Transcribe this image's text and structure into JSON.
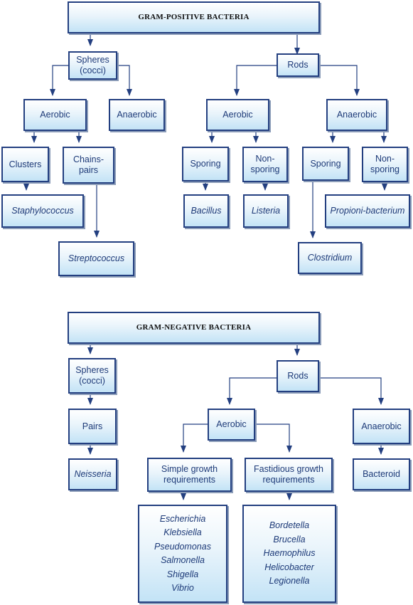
{
  "gram_positive": {
    "title": "GRAM-POSITIVE BACTERIA",
    "spheres": "Spheres\n(cocci)",
    "rods": "Rods",
    "spheres_aerobic": "Aerobic",
    "spheres_anaerobic": "Anaerobic",
    "rods_aerobic": "Aerobic",
    "rods_anaerobic": "Anaerobic",
    "clusters": "Clusters",
    "chains_pairs": "Chains-\npairs",
    "aerobic_sporing": "Sporing",
    "aerobic_non_sporing": "Non-\nsporing",
    "anaerobic_sporing": "Sporing",
    "anaerobic_non_sporing": "Non-\nsporing",
    "staphylococcus": "Staphylococcus",
    "streptococcus": "Streptococcus",
    "bacillus": "Bacillus",
    "listeria": "Listeria",
    "clostridium": "Clostridium",
    "propionibacterium": "Propioni-bacterium"
  },
  "gram_negative": {
    "title": "GRAM-NEGATIVE BACTERIA",
    "spheres": "Spheres\n(cocci)",
    "rods": "Rods",
    "pairs": "Pairs",
    "neisseria": "Neisseria",
    "aerobic": "Aerobic",
    "anaerobic": "Anaerobic",
    "simple_growth": "Simple growth\nrequirements",
    "fastidious_growth": "Fastidious growth\nrequirements",
    "bacteroid": "Bacteroid",
    "simple_genera": [
      "Escherichia",
      "Klebsiella",
      "Pseudomonas",
      "Salmonella",
      "Shigella",
      "Vibrio"
    ],
    "fastidious_genera": [
      "Bordetella",
      "Brucella",
      "Haemophilus",
      "Helicobacter",
      "Legionella"
    ]
  },
  "colors": {
    "border": "#233f80",
    "line": "#233f80",
    "fill_top": "#ffffff",
    "fill_bottom": "#c3e3f6"
  }
}
